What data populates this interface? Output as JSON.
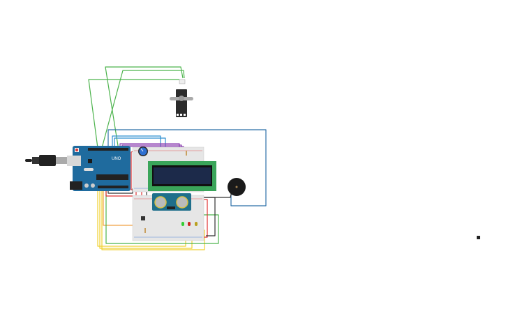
{
  "board": {
    "label": "UNO"
  },
  "colors": {
    "arduino": "#1f6b9e",
    "breadboard": "#e6e6e6",
    "lcd_pcb": "#3aa55a",
    "lcd_screen": "#1c2a4a",
    "sensor": "#1f6f8b",
    "wire_green": "#4cb34c",
    "wire_blue": "#2e8fd0",
    "wire_dark_blue": "#2b6fa8",
    "wire_purple": "#8a3fb0",
    "wire_yellow": "#f0d030",
    "wire_orange": "#f0a040",
    "wire_red": "#e03030",
    "wire_black": "#333333"
  },
  "components": [
    "arduino-uno",
    "usb-cable",
    "breadboard-top",
    "breadboard-bottom",
    "lcd-16x2",
    "potentiometer",
    "servo",
    "piezo-buzzer",
    "ultrasonic-sensor",
    "push-button",
    "led-green",
    "led-red",
    "led-yellow",
    "resistor"
  ]
}
